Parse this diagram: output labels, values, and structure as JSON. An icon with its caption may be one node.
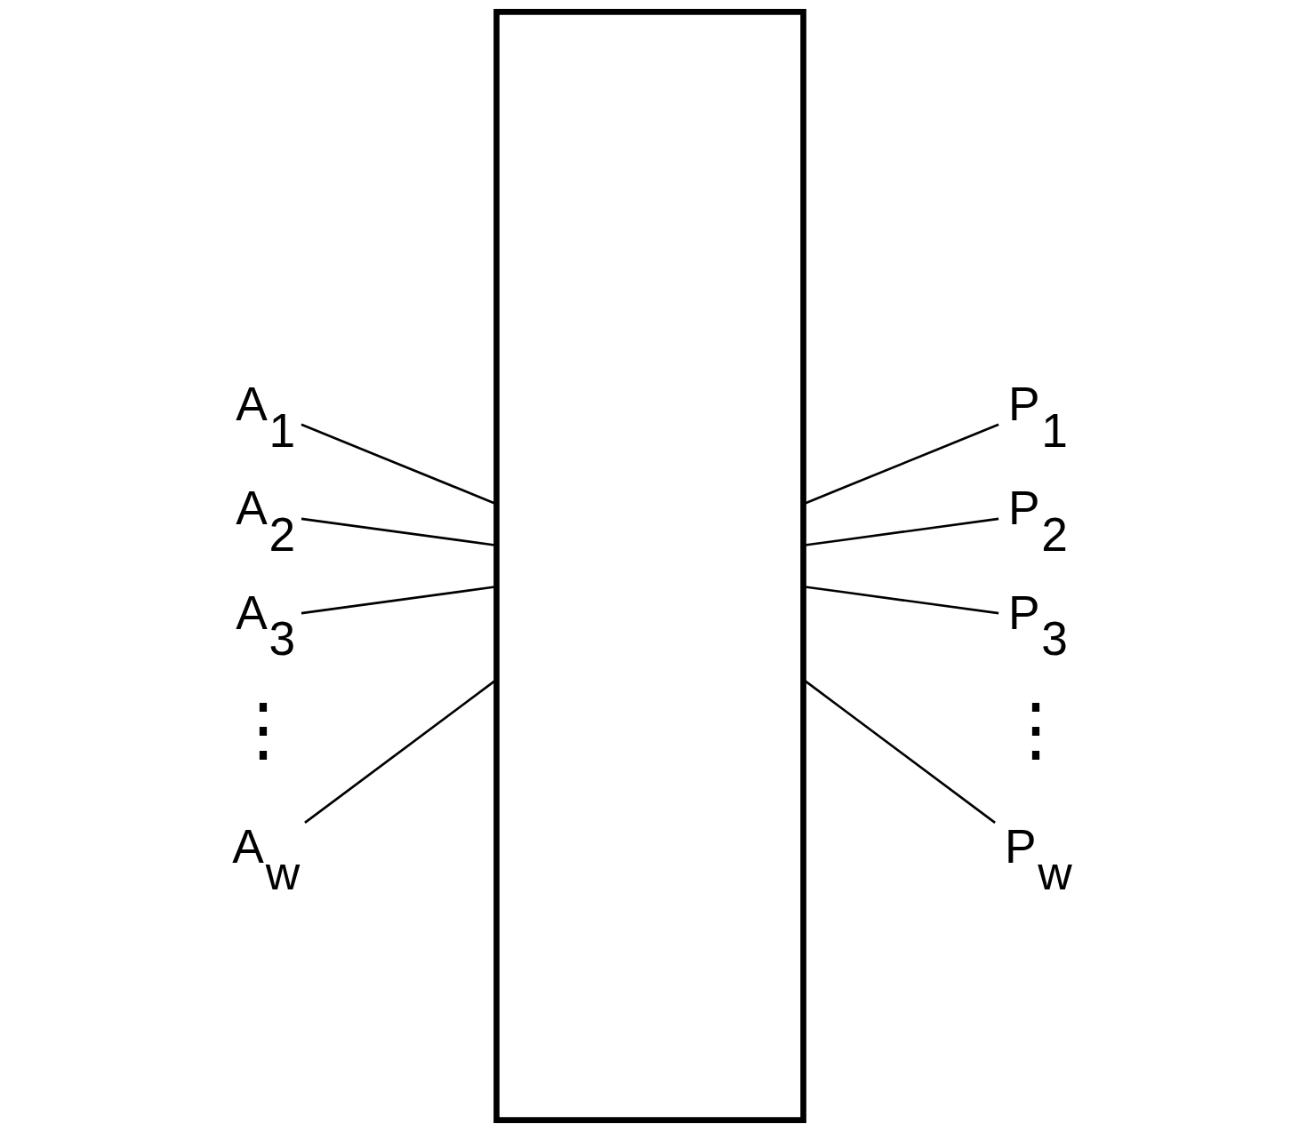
{
  "diagram": {
    "nodes": [
      {
        "text": [
          "A$_{1}$"
        ]
      },
      {
        "text": [
          "A$_{2}$"
        ]
      },
      {
        "text": [
          "A$_{3}$"
        ]
      },
      {
        "text": [
          "A$_{w}$"
        ]
      },
      {
        "text": [],
        "shape": "box"
      },
      {
        "text": [
          "P$_{1}$"
        ]
      },
      {
        "text": [
          "P$_{2}$"
        ]
      },
      {
        "text": [
          "P$_{3}$"
        ]
      },
      {
        "text": [
          "P$_{w}$"
        ]
      }
    ],
    "edges": [
      {
        "from": 0,
        "to": 4,
        "arrow": "none"
      },
      {
        "from": 1,
        "to": 4,
        "arrow": "none"
      },
      {
        "from": 2,
        "to": 4,
        "arrow": "none"
      },
      {
        "from": 3,
        "to": 4,
        "arrow": "none"
      },
      {
        "from": 4,
        "to": 5,
        "arrow": "none"
      },
      {
        "from": 4,
        "to": 6,
        "arrow": "none"
      },
      {
        "from": 4,
        "to": 7,
        "arrow": "none"
      },
      {
        "from": 4,
        "to": 8,
        "arrow": "none"
      }
    ],
    "labels": [
      "⋮",
      "⋮"
    ]
  }
}
